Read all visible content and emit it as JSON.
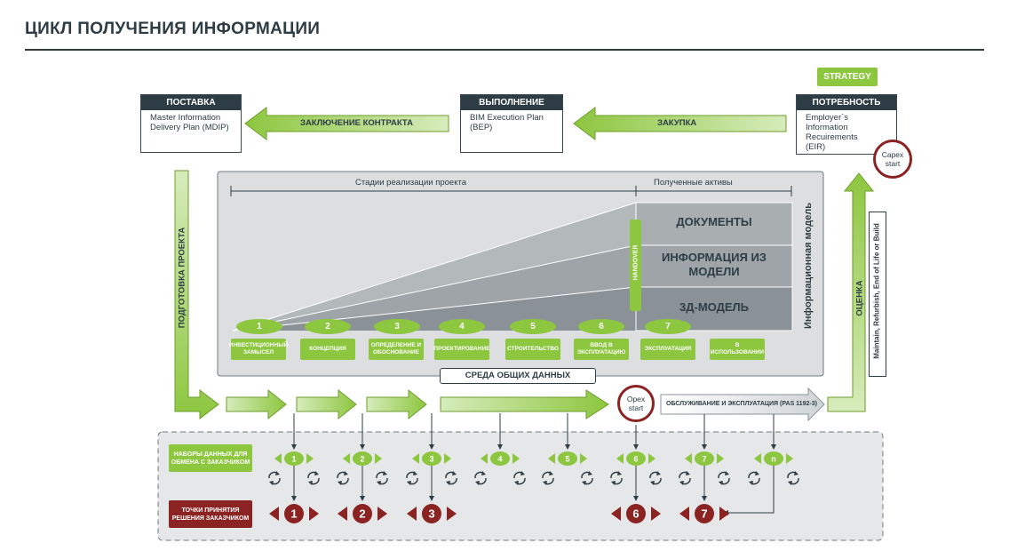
{
  "title": "ЦИКЛ ПОЛУЧЕНИЯ ИНФОРМАЦИИ",
  "strategy": "STRATEGY",
  "boxes": {
    "delivery": {
      "header": "ПОСТАВКА",
      "body": "Master Information Delivery Plan (MDIP)"
    },
    "execution": {
      "header": "ВЫПОЛНЕНИЕ",
      "body": "BIM Execution Plan (BEP)"
    },
    "need": {
      "header": "ПОТРЕБНОСТЬ",
      "body": "Employer`s Information Recuirements (EIR)"
    }
  },
  "arrows": {
    "contract": "ЗАКЛЮЧЕНИЕ КОНТРАКТА",
    "procurement": "ЗАКУПКА",
    "preparation": "ПОДГОТОВКА ПРОЕКТА",
    "assessment": "ОЦЕНКА",
    "operation": "ОБСЛУЖИВАНИЕ И ЭКСПЛУАТАЦИЯ (PAS 1192-3)"
  },
  "side_note": "Maintain, Refurbish, End of Life or Build",
  "capex": "Capex start",
  "opex": "Opex start",
  "model": {
    "stages_label": "Стадии реализации проекта",
    "assets_label": "Полученные активы",
    "vertical_label": "Информационная модель",
    "handover": "HANDOVER",
    "assets": [
      "ДОКУМЕНТЫ",
      "ИНФОРМАЦИЯ ИЗ МОДЕЛИ",
      "3Д-МОДЕЛЬ"
    ],
    "stages": [
      {
        "num": "1",
        "label": "ИНВЕСТИЦИОННЫЙ ЗАМЫСЕЛ"
      },
      {
        "num": "2",
        "label": "КОНЦЕПЦИЯ"
      },
      {
        "num": "3",
        "label": "ОПРЕДЕЛЕНИЕ И ОБОСНОВАНИЕ"
      },
      {
        "num": "4",
        "label": "ПРОЕКТИРОВАНИЕ"
      },
      {
        "num": "5",
        "label": "СТРОИТЕЛЬСТВО"
      },
      {
        "num": "6",
        "label": "ВВОД В ЭКСПЛУАТАЦИЮ"
      },
      {
        "num": "7",
        "label": "ЭКСПЛУАТАЦИЯ"
      },
      {
        "num": "",
        "label": "В ИСПОЛЬЗОВАНИИ"
      }
    ]
  },
  "cde": "СРЕДА ОБЩИХ ДАННЫХ",
  "exchange": {
    "data_sets": "НАБОРЫ ДАННЫХ ДЛЯ ОБМЕНА С ЗАКАЗЧИКОМ",
    "decision_points": "ТОЧКИ ПРИНЯТИЯ РЕШЕНИЯ ЗАКАЗЧИКОМ",
    "drops": [
      "1",
      "2",
      "3",
      "4",
      "5",
      "6",
      "7",
      "n"
    ],
    "decisions": [
      "1",
      "2",
      "3",
      "6",
      "7"
    ]
  },
  "colors": {
    "green": "#8dc63f",
    "dark": "#2e3d45",
    "red": "#8b2323"
  }
}
